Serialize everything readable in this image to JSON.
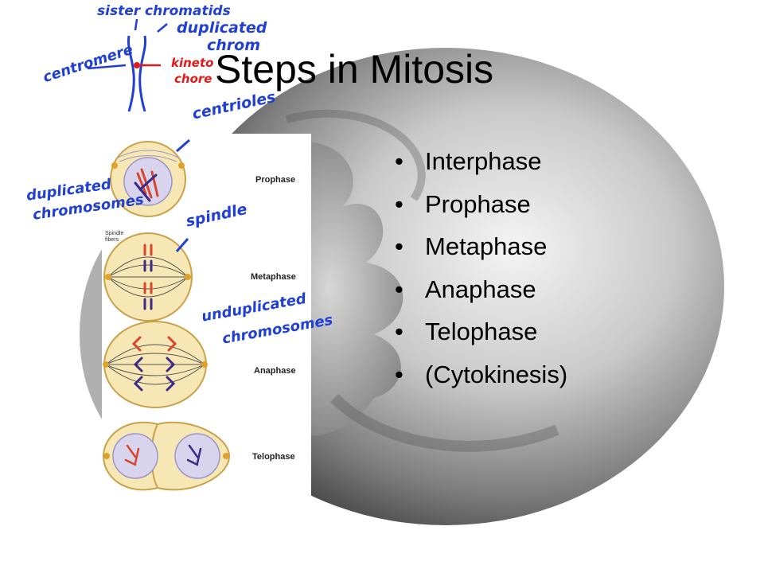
{
  "slide": {
    "title": "Steps in Mitosis",
    "bullets": [
      "Interphase",
      "Prophase",
      "Metaphase",
      "Anaphase",
      "Telophase",
      "(Cytokinesis)"
    ],
    "bullet_symbol": "•"
  },
  "figure": {
    "stages": [
      "Prophase",
      "Metaphase",
      "Anaphase",
      "Telophase"
    ],
    "spindle_fibers_label": "Spindle fibers"
  },
  "annotations": {
    "sister_chromatids": "sister chromatids",
    "duplicated_chrom_1": "duplicated",
    "duplicated_chrom_2": "chrom",
    "centromere": "centromere",
    "kinetochore_1": "kineto",
    "kinetochore_2": "chore",
    "centrioles": "centrioles",
    "duplicated_chromosomes_1": "duplicated",
    "duplicated_chromosomes_2": "chromosomes",
    "spindle": "spindle",
    "unduplicated_chromosomes_1": "unduplicated",
    "unduplicated_chromosomes_2": "chromosomes"
  },
  "colors": {
    "annotation_blue": "#1f3fd6",
    "annotation_red": "#e01919",
    "cell_fill": "#f7e7b4",
    "nucleus_fill": "#d9d4ee",
    "chromosome_red": "#d8452a",
    "chromosome_purple": "#3a2b8a"
  }
}
